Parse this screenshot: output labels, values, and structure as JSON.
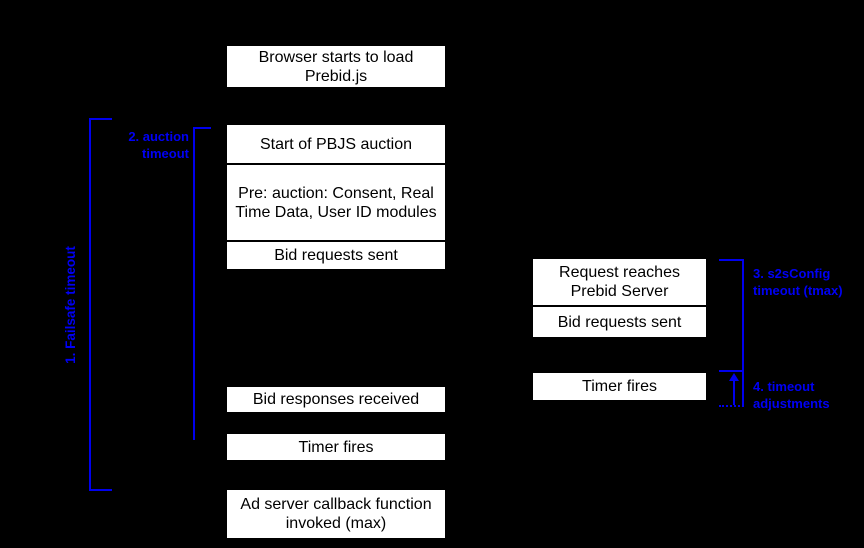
{
  "canvas": {
    "background_color": "#000000",
    "box_background_color": "#ffffff",
    "box_text_color": "#000000",
    "annotation_color": "#0000ee"
  },
  "boxes": {
    "browser_load": "Browser starts to load Prebid.js",
    "start_auction": "Start of PBJS auction",
    "pre_auction": "Pre: auction: Consent, Real Time Data, User ID modules",
    "bid_requests_sent_client": "Bid requests sent",
    "bid_responses_received": "Bid responses received",
    "timer_fires_client": "Timer fires",
    "ad_server_callback": "Ad server callback function invoked (max)",
    "request_reaches_server": "Request reaches Prebid Server",
    "bid_requests_sent_server": "Bid requests sent",
    "timer_fires_server": "Timer fires"
  },
  "annotations": {
    "failsafe_timeout": "1. Failsafe timeout",
    "auction_timeout": "2. auction timeout",
    "s2s_config_timeout": "3. s2sConfig timeout (tmax)",
    "timeout_adjustments": "4. timeout adjustments"
  }
}
